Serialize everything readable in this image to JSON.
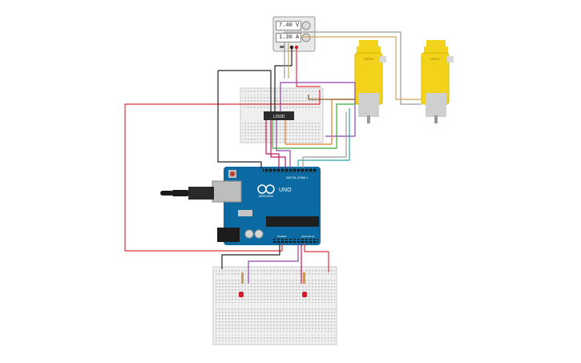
{
  "power_supply": {
    "voltage": "7.40 V",
    "current": "1.30 A"
  },
  "motor_driver": {
    "label": "L293D"
  },
  "motors": [
    {
      "label": "6RPM"
    },
    {
      "label": "6RPM"
    }
  ],
  "arduino": {
    "brand": "ARDUINO",
    "model": "UNO",
    "digital_header": "DIGITAL (PWM~)",
    "power_header": "POWER",
    "analog_header": "ANALOG IN"
  },
  "colors": {
    "wire_red": "#e0323c",
    "wire_black": "#222222",
    "wire_purple": "#8e44ad",
    "wire_magenta": "#c2185b",
    "wire_green": "#3aaa35",
    "wire_orange": "#e07b20",
    "wire_brown": "#8b5a2b",
    "wire_gray": "#9a9a9a",
    "wire_teal": "#2aa3b4",
    "arduino_blue": "#0a6aa1",
    "motor_yellow": "#f2d21b"
  }
}
